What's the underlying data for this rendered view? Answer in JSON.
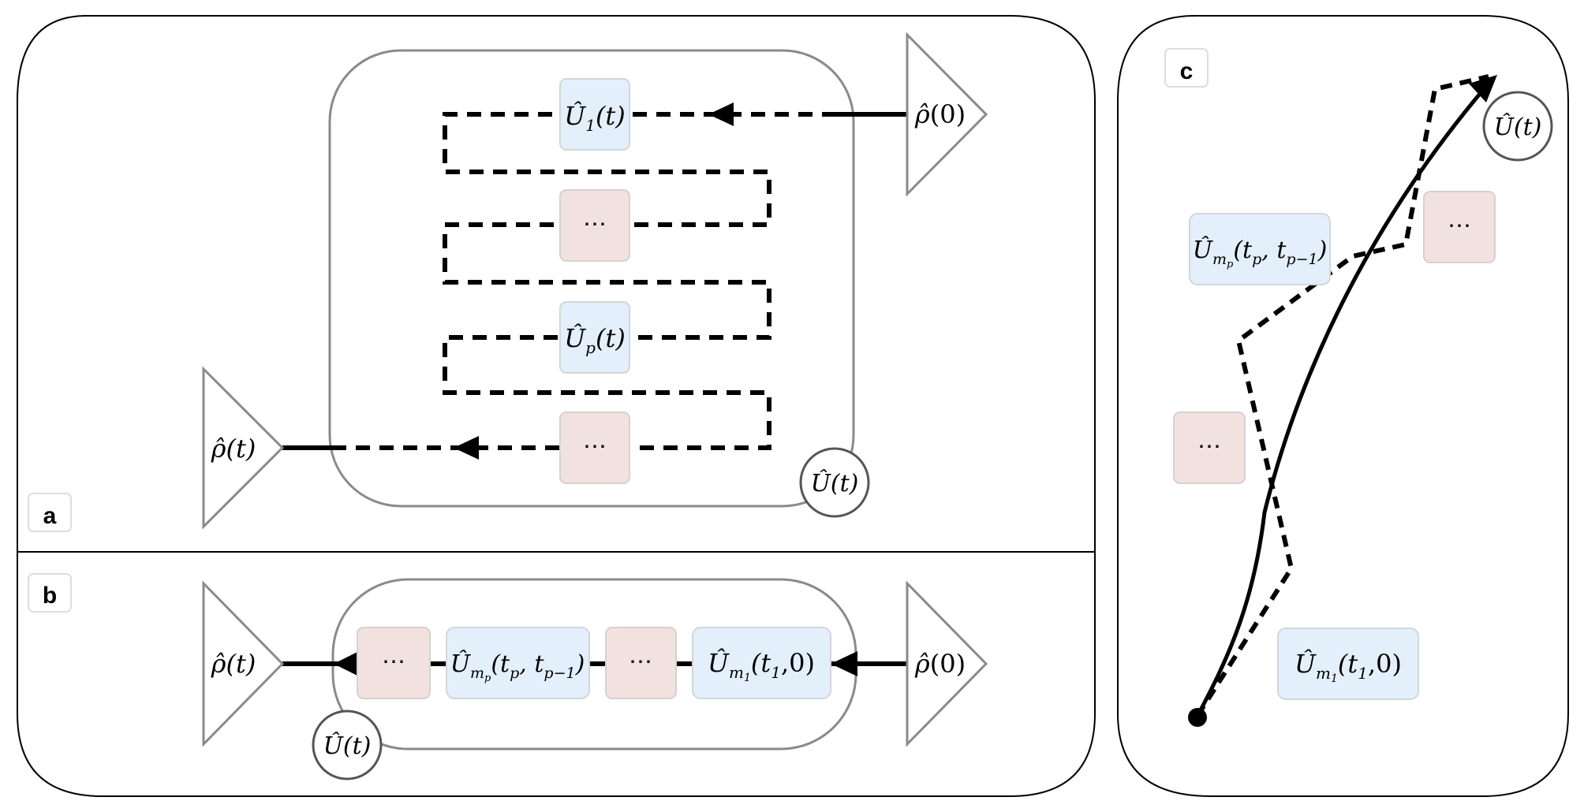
{
  "panels": {
    "a": {
      "label": "a"
    },
    "b": {
      "label": "b"
    },
    "c": {
      "label": "c"
    }
  },
  "symbols": {
    "rho_0": {
      "base": "ρ̂",
      "arg": "(0)"
    },
    "rho_t": {
      "base": "ρ̂",
      "arg": "(t)"
    },
    "U_t": {
      "base": "Û",
      "arg": "(t)"
    },
    "U_1": {
      "base": "Û",
      "sub": "1",
      "arg": "(t)"
    },
    "U_p": {
      "base": "Û",
      "sub": "p",
      "arg": "(t)"
    },
    "U_mp": {
      "base": "Û",
      "sub": "m",
      "subsub": "p",
      "arg": "(t",
      "argsub": "p",
      "mid": ", t",
      "midsub": "p−1",
      "close": ")"
    },
    "U_m1": {
      "base": "Û",
      "sub": "m",
      "subsub": "1",
      "arg": "(t",
      "argsub": "1",
      "close": ",0)"
    },
    "ellipsis": "⋯"
  },
  "colors": {
    "blue_box": "#e3effa",
    "pink_box": "#f1e2e0",
    "gray_stroke": "#8a8a8a",
    "dark_circle": "#555555"
  }
}
